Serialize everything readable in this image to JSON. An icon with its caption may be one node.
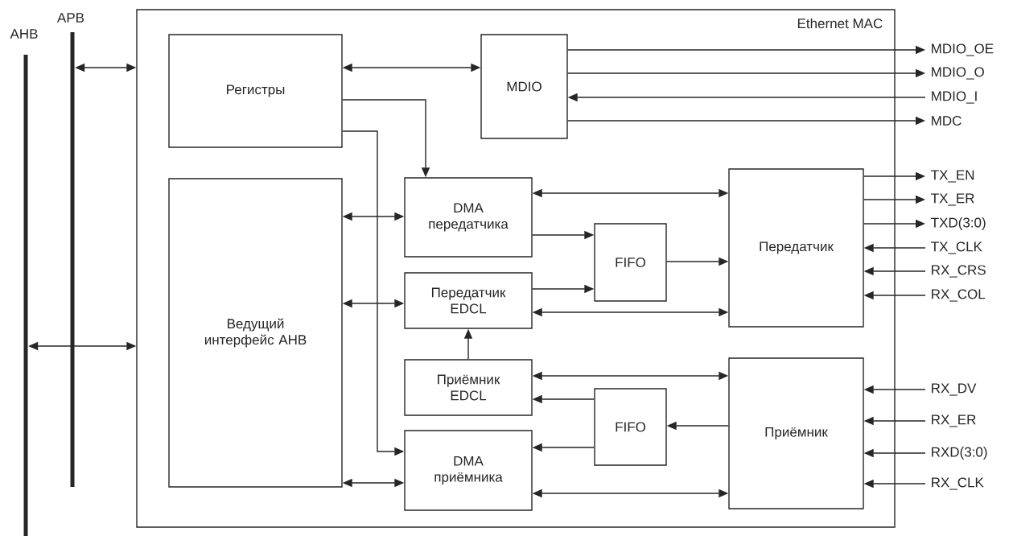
{
  "diagram": {
    "nodes": [
      {
        "text": [
          "Ethernet MAC"
        ]
      },
      {
        "text": [
          "AHB"
        ]
      },
      {
        "text": [
          "APB"
        ]
      },
      {
        "text": [
          "Регистры"
        ],
        "in": 0
      },
      {
        "text": [
          "MDIO"
        ],
        "in": 0
      },
      {
        "text": [
          "Ведущий интерфейс AHB"
        ],
        "in": 0
      },
      {
        "text": [
          "DMA передатчика"
        ],
        "in": 0
      },
      {
        "text": [
          "Передатчик"
        ],
        "in": 0
      },
      {
        "text": [
          "FIFO"
        ],
        "in": 0
      },
      {
        "text": [
          "Передатчик EDCL"
        ],
        "in": 0
      },
      {
        "text": [
          "Приёмник EDCL"
        ],
        "in": 0
      },
      {
        "text": [
          "FIFO"
        ],
        "in": 0
      },
      {
        "text": [
          "Приёмник"
        ],
        "in": 0
      },
      {
        "text": [
          "DMA приёмника"
        ],
        "in": 0
      },
      {
        "text": [
          "MDIO_OE"
        ]
      },
      {
        "text": [
          "MDIO_O"
        ]
      },
      {
        "text": [
          "MDIO_I"
        ]
      },
      {
        "text": [
          "MDC"
        ]
      },
      {
        "text": [
          "TX_EN"
        ]
      },
      {
        "text": [
          "TX_ER"
        ]
      },
      {
        "text": [
          "TXD(3:0)"
        ]
      },
      {
        "text": [
          "TX_CLK"
        ]
      },
      {
        "text": [
          "RX_CRS"
        ]
      },
      {
        "text": [
          "RX_COL"
        ]
      },
      {
        "text": [
          "RX_DV"
        ]
      },
      {
        "text": [
          "RX_ER"
        ]
      },
      {
        "text": [
          "RXD(3:0)"
        ]
      },
      {
        "text": [
          "RX_CLK"
        ]
      }
    ],
    "edges": [
      {
        "from": 2,
        "to": 0,
        "arrow": "both"
      },
      {
        "from": 1,
        "to": 0,
        "arrow": "both"
      },
      {
        "from": 3,
        "to": 4,
        "arrow": "both"
      },
      {
        "from": 3,
        "to": 6,
        "arrow": "to"
      },
      {
        "from": 3,
        "to": 13,
        "arrow": "to"
      },
      {
        "from": 5,
        "to": 6,
        "arrow": "both"
      },
      {
        "from": 5,
        "to": 9,
        "arrow": "both"
      },
      {
        "from": 5,
        "to": 13,
        "arrow": "both"
      },
      {
        "from": 6,
        "to": 7,
        "arrow": "both"
      },
      {
        "from": 6,
        "to": 8,
        "arrow": "to"
      },
      {
        "from": 9,
        "to": 8,
        "arrow": "to"
      },
      {
        "from": 9,
        "to": 7,
        "arrow": "both"
      },
      {
        "from": 8,
        "to": 7,
        "arrow": "to"
      },
      {
        "from": 10,
        "to": 9,
        "arrow": "to"
      },
      {
        "from": 10,
        "to": 12,
        "arrow": "both"
      },
      {
        "from": 11,
        "to": 10,
        "arrow": "to"
      },
      {
        "from": 12,
        "to": 11,
        "arrow": "to"
      },
      {
        "from": 11,
        "to": 13,
        "arrow": "to"
      },
      {
        "from": 13,
        "to": 12,
        "arrow": "both"
      },
      {
        "from": 4,
        "to": 14,
        "arrow": "to"
      },
      {
        "from": 4,
        "to": 15,
        "arrow": "to"
      },
      {
        "from": 16,
        "to": 4,
        "arrow": "to"
      },
      {
        "from": 4,
        "to": 17,
        "arrow": "to"
      },
      {
        "from": 7,
        "to": 18,
        "arrow": "to"
      },
      {
        "from": 7,
        "to": 19,
        "arrow": "to"
      },
      {
        "from": 7,
        "to": 20,
        "arrow": "to"
      },
      {
        "from": 21,
        "to": 7,
        "arrow": "to"
      },
      {
        "from": 22,
        "to": 7,
        "arrow": "to"
      },
      {
        "from": 23,
        "to": 7,
        "arrow": "to"
      },
      {
        "from": 24,
        "to": 12,
        "arrow": "to"
      },
      {
        "from": 25,
        "to": 12,
        "arrow": "to"
      },
      {
        "from": 26,
        "to": 12,
        "arrow": "to"
      },
      {
        "from": 27,
        "to": 12,
        "arrow": "to"
      }
    ]
  }
}
